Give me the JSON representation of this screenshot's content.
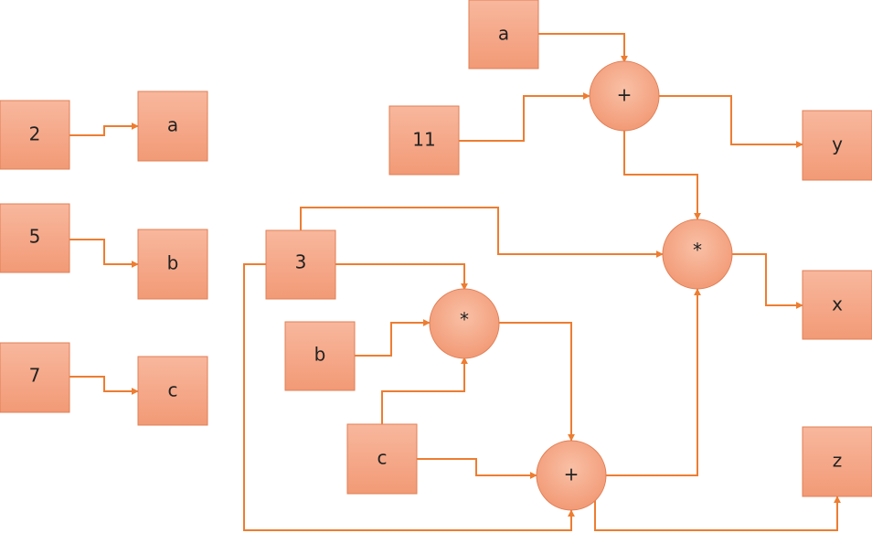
{
  "nodes": {
    "in_2": "2",
    "in_a": "a",
    "in_5": "5",
    "in_b": "b",
    "in_7": "7",
    "in_c": "c",
    "top_a": "a",
    "num_11": "11",
    "plus_top": "+",
    "out_y": "y",
    "num_3": "3",
    "mul_right": "*",
    "out_x": "x",
    "mid_b": "b",
    "mul_mid": "*",
    "mid_c": "c",
    "plus_bottom": "+",
    "out_z": "z"
  },
  "colors": {
    "box_top": "#f8b79d",
    "box_bottom": "#f29a76",
    "border": "#e07f55",
    "edge": "#ed7d31"
  }
}
